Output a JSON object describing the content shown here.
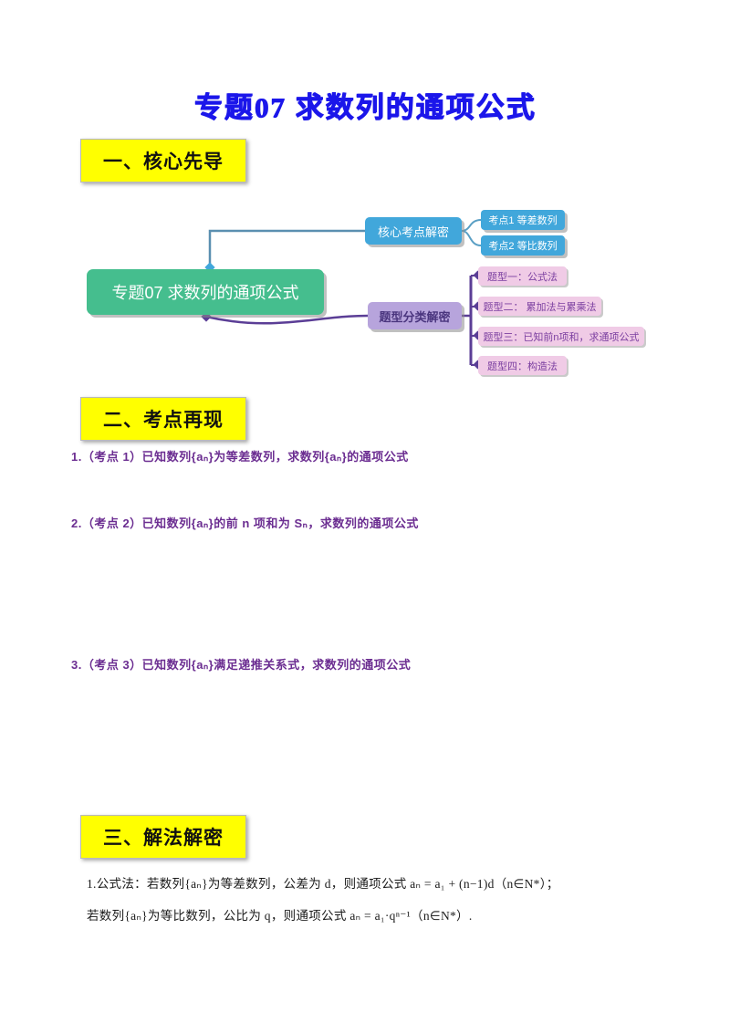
{
  "page": {
    "title": "专题07 求数列的通项公式"
  },
  "sections": {
    "one": {
      "label": "一、核心先导"
    },
    "two": {
      "label": "二、考点再现"
    },
    "three": {
      "label": "三、解法解密"
    }
  },
  "mindmap": {
    "root": {
      "label": "专题07 求数列的通项公式"
    },
    "core_branch": {
      "label": "核心考点解密",
      "children": [
        {
          "label": "考点1 等差数列"
        },
        {
          "label": "考点2 等比数列"
        }
      ]
    },
    "type_branch": {
      "label": "题型分类解密",
      "children": [
        {
          "label": "题型一：公式法"
        },
        {
          "label": "题型二： 累加法与累乘法"
        },
        {
          "label": "题型三：已知前n项和，求通项公式"
        },
        {
          "label": "题型四：构造法"
        }
      ]
    }
  },
  "questions": [
    {
      "text": "1.（考点 1）已知数列{aₙ}为等差数列，求数列{aₙ}的通项公式"
    },
    {
      "text": "2.（考点 2）已知数列{aₙ}的前 n 项和为 Sₙ，求数列的通项公式"
    },
    {
      "text": "3.（考点 3）已知数列{aₙ}满足递推关系式，求数列的通项公式"
    }
  ],
  "methods": {
    "line1": "1.公式法：若数列{aₙ}为等差数列，公差为 d，则通项公式 aₙ = a₁ + (n−1)d（n∈N*）；",
    "line2": "若数列{aₙ}为等比数列，公比为 q，则通项公式 aₙ = a₁·qⁿ⁻¹（n∈N*）."
  },
  "colors": {
    "title_blue": "#1b16ea",
    "header_yellow": "#ffff00",
    "node_green": "#45be8e",
    "node_blue": "#41a7db",
    "node_lavender": "#b7a4dc",
    "node_pink": "#f0cbe6",
    "connector_blue": "#5a8fb0",
    "connector_purple": "#5b3e96",
    "question_purple": "#6b2d91"
  }
}
